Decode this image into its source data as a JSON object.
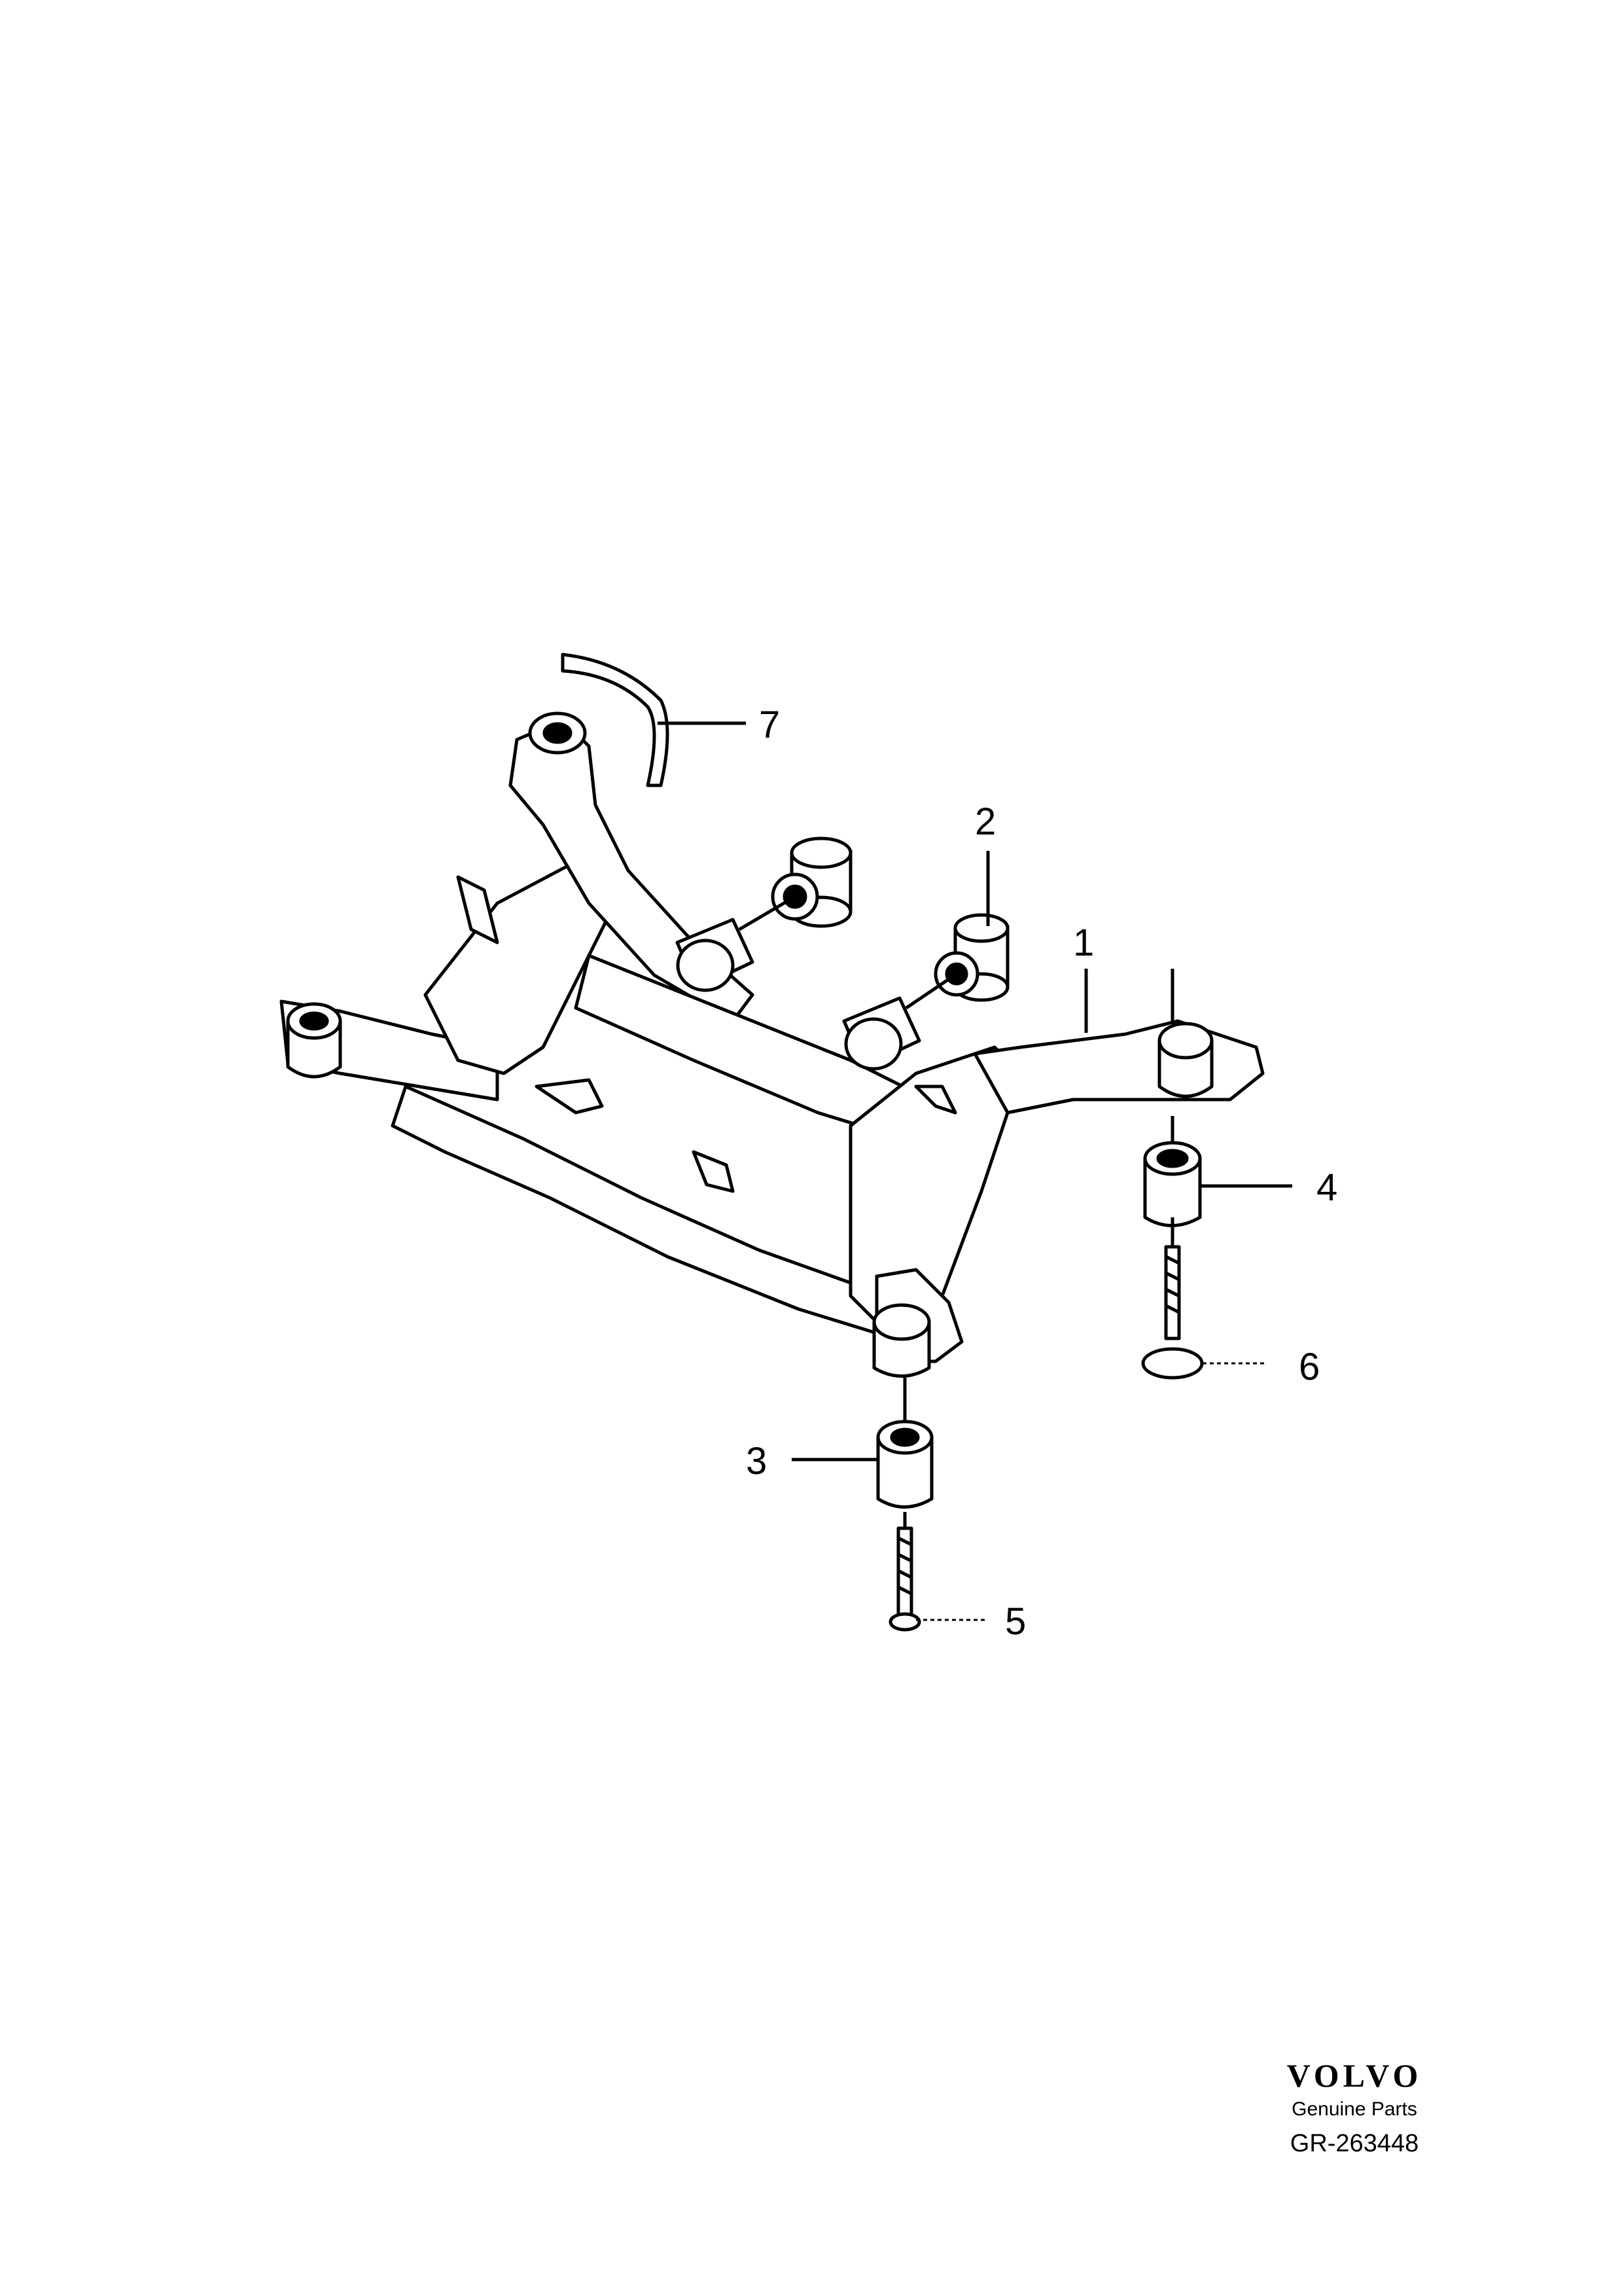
{
  "callouts": {
    "c1": "1",
    "c2": "2",
    "c3": "3",
    "c4": "4",
    "c5": "5",
    "c6": "6",
    "c7": "7"
  },
  "brand": {
    "logo": "VOLVO",
    "subtitle": "Genuine Parts",
    "drawing_number": "GR-263448"
  }
}
